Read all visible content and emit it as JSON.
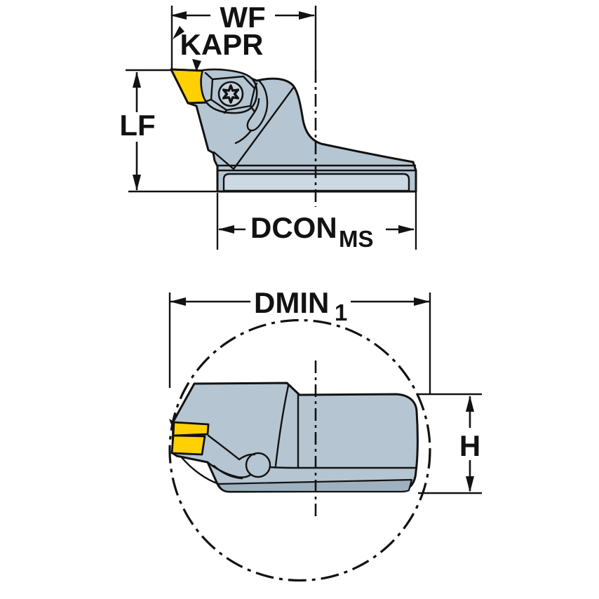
{
  "drawing": {
    "type": "technical-dimension-diagram",
    "colors": {
      "background": "#ffffff",
      "line": "#121212",
      "tool_body": "#b5c5d2",
      "tool_body_light": "#ccd9e3",
      "tool_body_dark": "#9fb1be",
      "insert_yellow": "#ffd103",
      "screw_face": "#c3d2de"
    },
    "views": {
      "side": {
        "dim_wf": "WF",
        "dim_kapr": "KAPR",
        "dim_lf": "LF",
        "dim_dcon": "DCON",
        "dim_dcon_sub": "MS"
      },
      "front": {
        "dim_dmin": "DMIN",
        "dim_dmin_sub": "1",
        "dim_h": "H"
      }
    }
  }
}
